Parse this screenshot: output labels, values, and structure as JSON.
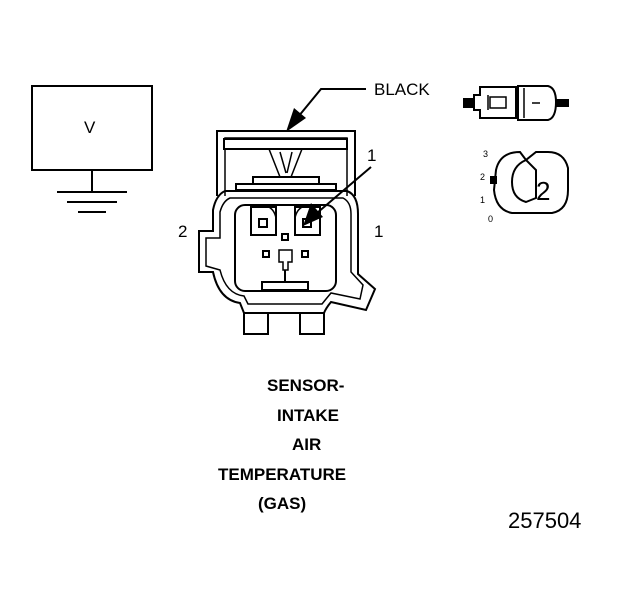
{
  "symbol": {
    "label": "V"
  },
  "connector": {
    "color_label": "BLACK",
    "terminal_callout": "1",
    "side_left": "2",
    "side_right": "1"
  },
  "detail_view": {
    "position_numbers": [
      "3",
      "2",
      "1",
      "0"
    ],
    "big_number": "2"
  },
  "caption": {
    "lines": [
      "SENSOR-",
      "INTAKE",
      "AIR",
      "TEMPERATURE",
      "(GAS)"
    ]
  },
  "figure_number": "257504"
}
